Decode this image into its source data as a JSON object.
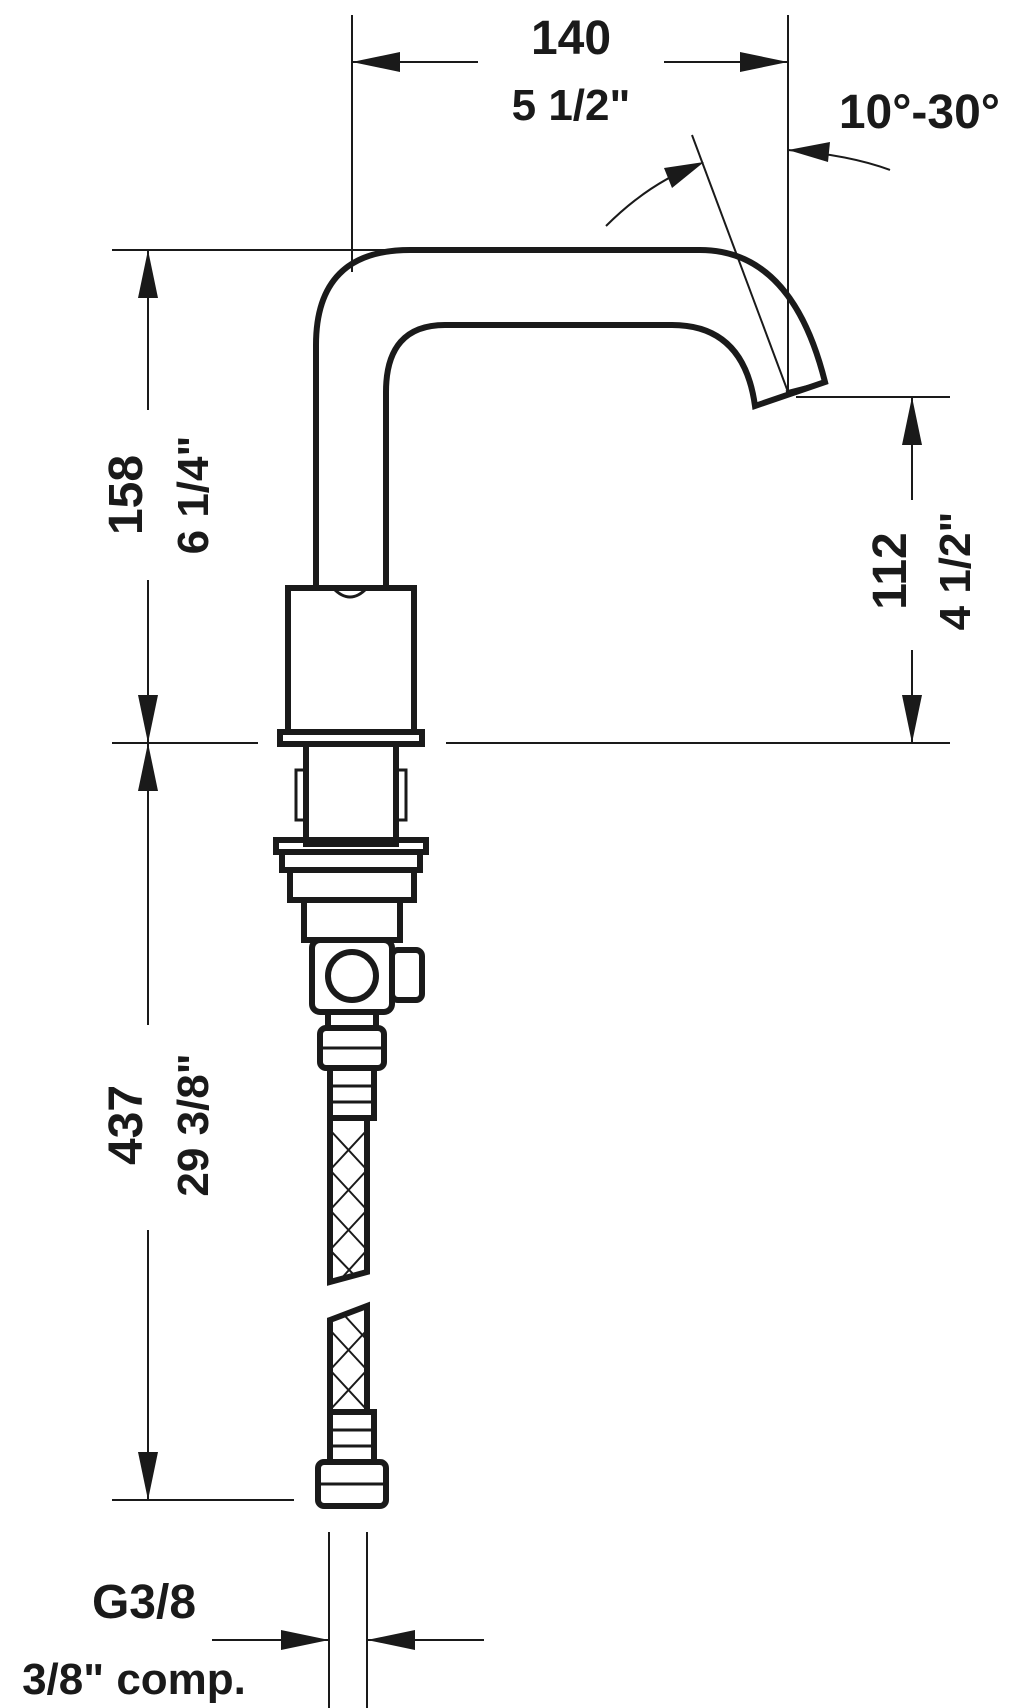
{
  "dimensions": {
    "width_mm": "140",
    "width_in": "5 1/2\"",
    "angle": "10°-30°",
    "height_mm": "158",
    "height_in": "6 1/4\"",
    "spout_mm": "112",
    "spout_in": "4 1/2\"",
    "hose_mm": "437",
    "hose_in": "29 3/8\"",
    "thread": "G3/8",
    "comp": "3/8\" comp."
  },
  "colors": {
    "line": "#1a1a1a",
    "background": "#ffffff"
  }
}
